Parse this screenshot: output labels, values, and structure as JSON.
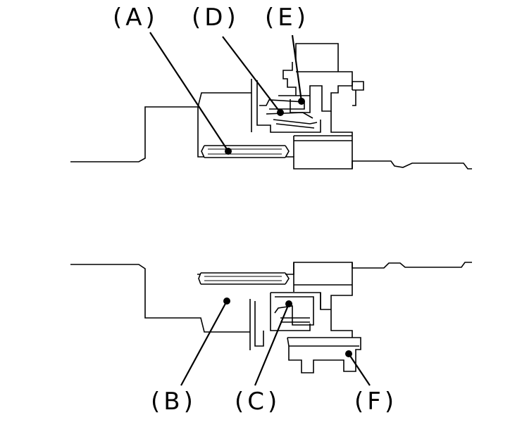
{
  "labels": {
    "A": "(A)",
    "D": "(D)",
    "E": "(E)",
    "B": "(B)",
    "C": "(C)",
    "F": "(F)"
  }
}
